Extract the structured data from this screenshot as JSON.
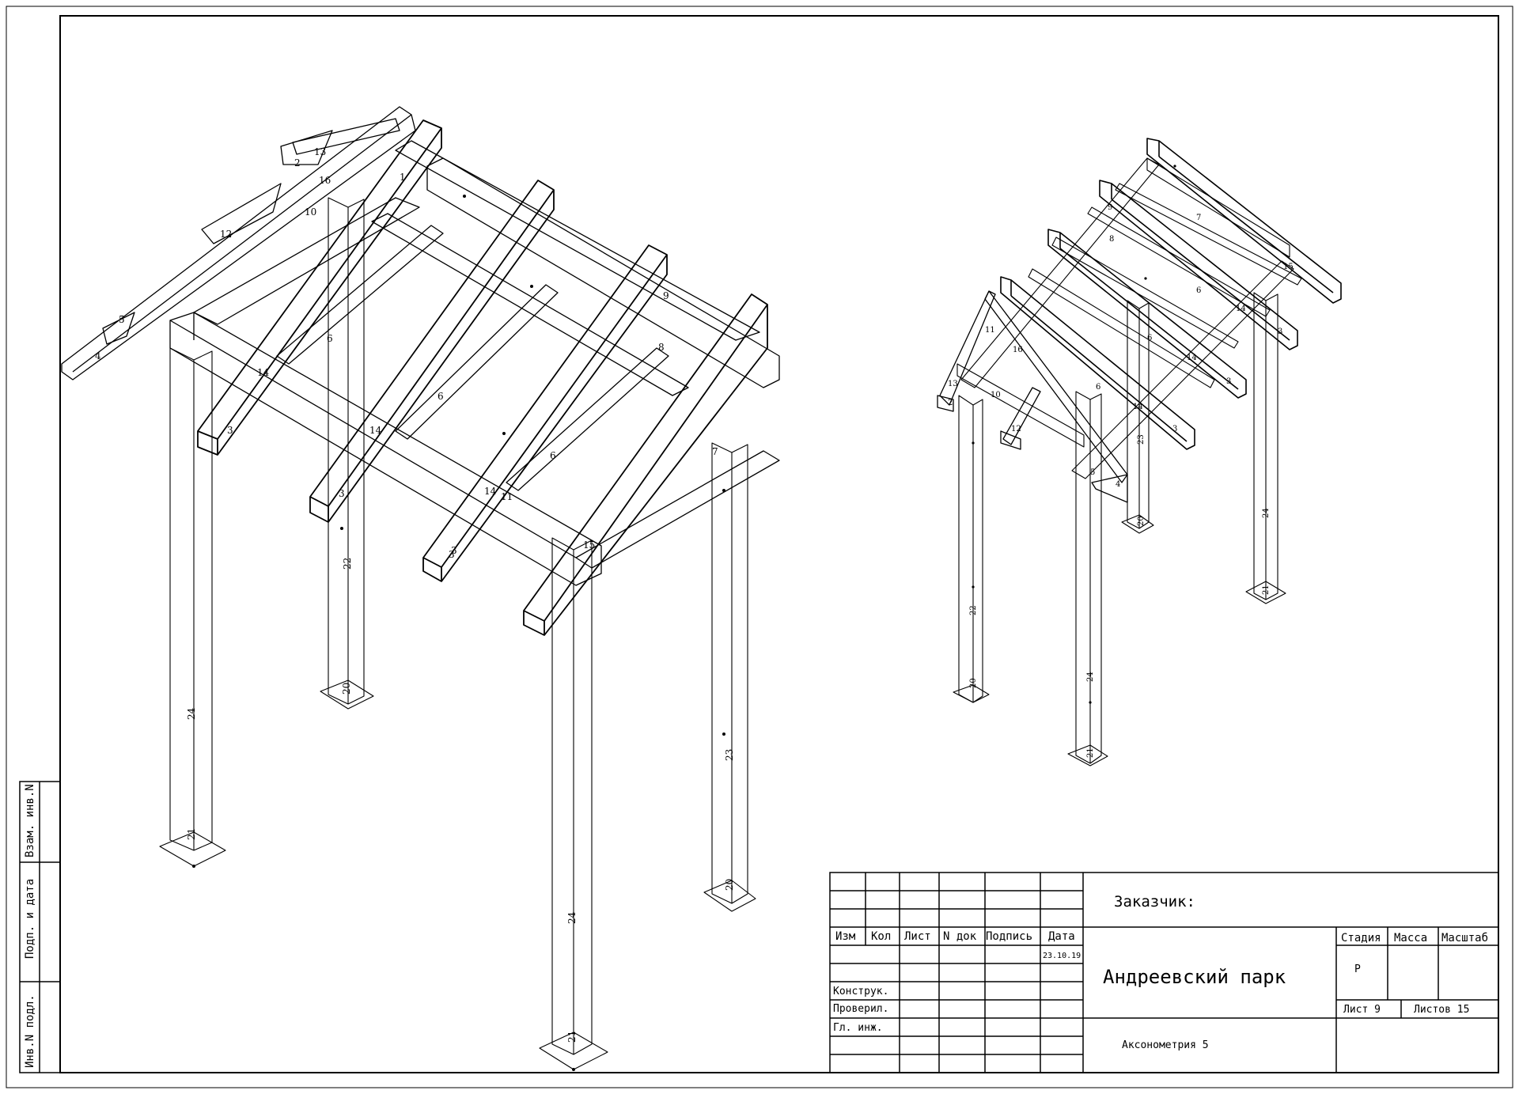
{
  "side_stamp": {
    "vzam_inv": "Взам. инв.N",
    "podp_data": "Подп. и дата",
    "inv_podl": "Инв.N подл."
  },
  "title_block": {
    "headers": [
      "Изм",
      "Кол",
      "Лист",
      "N док",
      "Подпись",
      "Дата"
    ],
    "date": "23.10.19",
    "roles": [
      "Конструк.",
      "Проверил.",
      "Гл. инж."
    ],
    "customer_label": "Заказчик:",
    "project": "Андреевский парк",
    "sheet_title": "Аксонометрия 5",
    "stage_header": "Стадия",
    "mass_header": "Масса",
    "scale_header": "Масштаб",
    "stage_value": "Р",
    "sheet": "Лист 9",
    "sheets_total": "Листов 15"
  },
  "left_view_labels": [
    "2",
    "13",
    "16",
    "12",
    "10",
    "5",
    "4",
    "1",
    "14",
    "3",
    "6",
    "14",
    "3",
    "6",
    "14",
    "3",
    "11",
    "6",
    "9",
    "8",
    "7",
    "15",
    "3",
    "22",
    "20",
    "24",
    "21",
    "24",
    "21",
    "23",
    "20"
  ],
  "right_view_labels": [
    "9",
    "7",
    "8",
    "6",
    "15",
    "14",
    "3",
    "6",
    "14",
    "3",
    "6",
    "14",
    "3",
    "11",
    "16",
    "13",
    "2",
    "10",
    "12",
    "5",
    "4",
    "23",
    "20",
    "24",
    "21",
    "22",
    "20",
    "24",
    "21"
  ],
  "colors": {
    "line": "#000000",
    "paper": "#ffffff"
  }
}
